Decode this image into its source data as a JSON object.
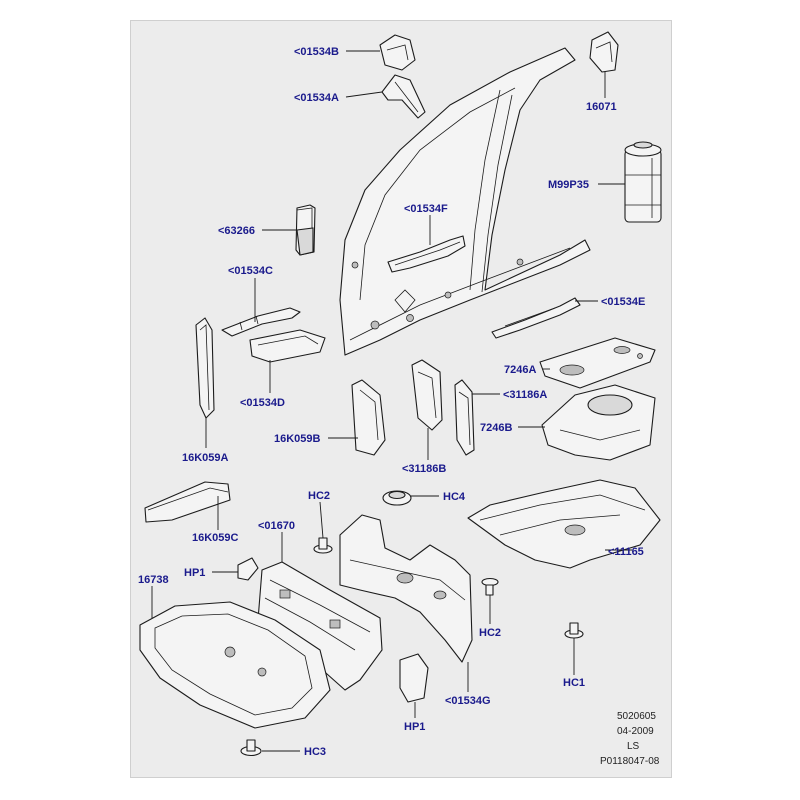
{
  "colors": {
    "label": "#1a1a8c",
    "line": "#1c1c1c",
    "sheet": "#ececec"
  },
  "labels": {
    "l01534B": "<01534B",
    "l01534A": "<01534A",
    "l16071": "16071",
    "lM99P35": "M99P35",
    "l63266": "<63266",
    "l01534F": "<01534F",
    "l01534C": "<01534C",
    "l01534E": "<01534E",
    "l7246A": "7246A",
    "l01534D": "<01534D",
    "l31186A": "<31186A",
    "l16K059B": "16K059B",
    "l7246B": "7246B",
    "l31186B": "<31186B",
    "l16K059A": "16K059A",
    "lHC2a": "HC2",
    "lHC4": "HC4",
    "l16K059C": "16K059C",
    "l01670": "<01670",
    "l11165": "<11165",
    "lHP1a": "HP1",
    "l16738": "16738",
    "lHC2b": "HC2",
    "l01534G": "<01534G",
    "lHC1": "HC1",
    "lHP1b": "HP1",
    "lHC3": "HC3"
  },
  "stamp": {
    "code": "5020605",
    "date": "04-2009",
    "region": "LS",
    "part": "P0118047-08"
  }
}
